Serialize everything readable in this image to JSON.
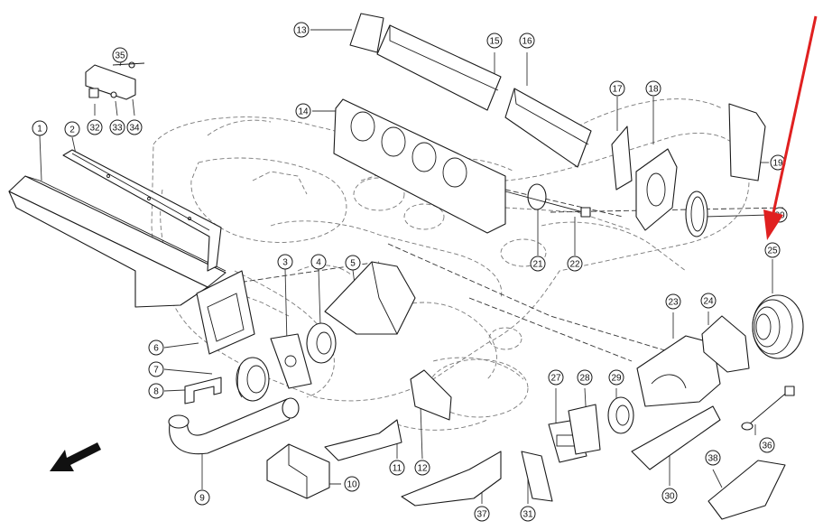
{
  "colors": {
    "highlight_fill": "#c9df6e",
    "red_arrow": "#e02020",
    "line": "#1a1a1a"
  },
  "callouts": [
    {
      "id": "c1",
      "label": "1"
    },
    {
      "id": "c2",
      "label": "2"
    },
    {
      "id": "c3",
      "label": "3"
    },
    {
      "id": "c4",
      "label": "4"
    },
    {
      "id": "c5",
      "label": "5"
    },
    {
      "id": "c6",
      "label": "6"
    },
    {
      "id": "c7",
      "label": "7"
    },
    {
      "id": "c8",
      "label": "8"
    },
    {
      "id": "c9",
      "label": "9"
    },
    {
      "id": "c10",
      "label": "10"
    },
    {
      "id": "c11",
      "label": "11"
    },
    {
      "id": "c12",
      "label": "12"
    },
    {
      "id": "c13",
      "label": "13"
    },
    {
      "id": "c14",
      "label": "14"
    },
    {
      "id": "c15",
      "label": "15"
    },
    {
      "id": "c16",
      "label": "16"
    },
    {
      "id": "c17",
      "label": "17"
    },
    {
      "id": "c18",
      "label": "18"
    },
    {
      "id": "c19",
      "label": "19"
    },
    {
      "id": "c20",
      "label": "20"
    },
    {
      "id": "c21",
      "label": "21"
    },
    {
      "id": "c22",
      "label": "22"
    },
    {
      "id": "c23",
      "label": "23"
    },
    {
      "id": "c24",
      "label": "24"
    },
    {
      "id": "c25",
      "label": "25",
      "highlighted": true
    },
    {
      "id": "c27",
      "label": "27"
    },
    {
      "id": "c28",
      "label": "28"
    },
    {
      "id": "c29",
      "label": "29"
    },
    {
      "id": "c30",
      "label": "30"
    },
    {
      "id": "c31",
      "label": "31"
    },
    {
      "id": "c32",
      "label": "32"
    },
    {
      "id": "c33",
      "label": "33"
    },
    {
      "id": "c34",
      "label": "34"
    },
    {
      "id": "c35",
      "label": "35"
    },
    {
      "id": "c36",
      "label": "36"
    },
    {
      "id": "c37",
      "label": "37"
    },
    {
      "id": "c38",
      "label": "38"
    }
  ],
  "icons": {
    "direction_arrow": "arrow-down-left-icon",
    "pointer_arrow": "red-pointer-arrow-icon"
  }
}
